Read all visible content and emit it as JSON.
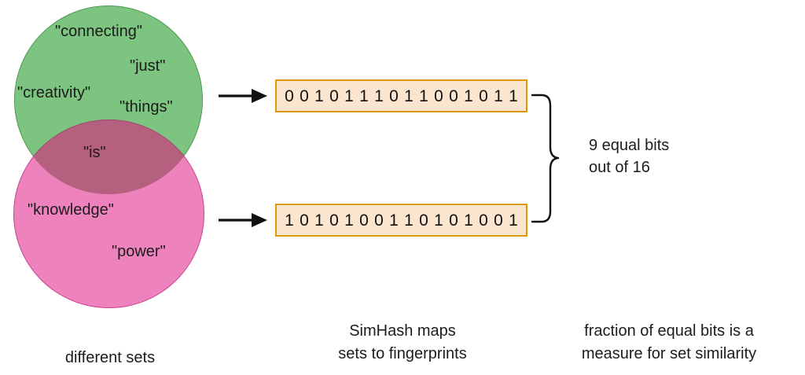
{
  "diagram": {
    "title": "SimHash set similarity illustration",
    "colors": {
      "green_fill": "#7cc47f",
      "green_stroke": "#4e9a52",
      "pink_fill": "#ee82bd",
      "pink_stroke": "#c9418f",
      "overlap_fill": "#b5607f",
      "box_fill": "#fce5cf",
      "box_stroke": "#d79b0c",
      "text": "#1c1c1c",
      "background": "#ffffff"
    },
    "venn": {
      "green_set_labels": [
        "\"connecting\"",
        "\"just\"",
        "\"creativity\"",
        "\"things\""
      ],
      "pink_set_labels": [
        "\"knowledge\"",
        "\"power\""
      ],
      "overlap_labels": [
        "\"is\""
      ],
      "label_connecting": "\"connecting\"",
      "label_just": "\"just\"",
      "label_creativity": "\"creativity\"",
      "label_things": "\"things\"",
      "label_is": "\"is\"",
      "label_knowledge": "\"knowledge\"",
      "label_power": "\"power\""
    },
    "fingerprints": [
      {
        "name": "fingerprint-top",
        "bits": [
          "0",
          "0",
          "1",
          "0",
          "1",
          "1",
          "1",
          "0",
          "1",
          "1",
          "0",
          "0",
          "1",
          "0",
          "1",
          "1"
        ],
        "string": "0010111011001011",
        "length": 16
      },
      {
        "name": "fingerprint-bottom",
        "bits": [
          "1",
          "0",
          "1",
          "0",
          "1",
          "0",
          "0",
          "1",
          "1",
          "0",
          "1",
          "0",
          "1",
          "0",
          "0",
          "1"
        ],
        "string": "1010100110101001",
        "length": 16
      }
    ],
    "annotation": {
      "text": "9 equal bits\nout of 16",
      "equal_bits": 9,
      "total_bits": 16
    },
    "captions": {
      "left": "different sets",
      "middle": "SimHash maps\nsets to fingerprints",
      "right": "fraction of equal bits is a\nmeasure for set similarity"
    }
  }
}
